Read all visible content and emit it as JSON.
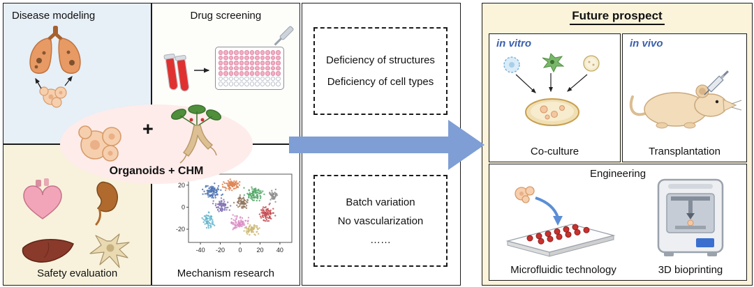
{
  "left_panel": {
    "disease_modeling": "Disease modeling",
    "drug_screening": "Drug screening",
    "safety_evaluation": "Safety evaluation",
    "mechanism_research": "Mechanism research",
    "organoids_chm": "Organoids + CHM",
    "plus_sign": "+"
  },
  "middle_panel": {
    "limitations_top": [
      "Deficiency of structures",
      "Deficiency of cell types"
    ],
    "limitations_bottom": [
      "Batch variation",
      "No vascularization",
      "……"
    ]
  },
  "right_panel": {
    "title": "Future prospect",
    "in_vitro": "in vitro",
    "co_culture": "Co-culture",
    "in_vivo": "in vivo",
    "transplantation": "Transplantation",
    "engineering": "Engineering",
    "microfluidic": "Microfluidic technology",
    "bioprinting": "3D bioprinting"
  },
  "colors": {
    "flow_arrow_blue": "#7e9ed5",
    "panel_cream": "#fbf3da",
    "quadrant_blue": "#e7eff7",
    "quadrant_yellow": "#f8f2dc",
    "ellipse_pink": "#fdecea",
    "in_vitro_blue": "#3a5fae",
    "border_dark": "#1a1a1a"
  },
  "chart_data": {
    "type": "scatter",
    "title": "",
    "xlabel": "",
    "ylabel": "",
    "xlim": [
      -52,
      52
    ],
    "ylim": [
      -32,
      30
    ],
    "xticks": [
      -40,
      -20,
      0,
      20,
      40
    ],
    "yticks": [
      -20,
      0,
      20
    ],
    "grid": false,
    "legend": false,
    "clusters": [
      {
        "color": "#4c72b0",
        "cx": -28,
        "cy": 14,
        "sx": 7,
        "sy": 5,
        "n": 90
      },
      {
        "color": "#dd8452",
        "cx": -8,
        "cy": 20,
        "sx": 7,
        "sy": 4,
        "n": 80
      },
      {
        "color": "#55a868",
        "cx": 14,
        "cy": 12,
        "sx": 7,
        "sy": 5,
        "n": 85
      },
      {
        "color": "#c44e52",
        "cx": 26,
        "cy": -6,
        "sx": 6,
        "sy": 6,
        "n": 80
      },
      {
        "color": "#8172b3",
        "cx": -18,
        "cy": 1,
        "sx": 6,
        "sy": 5,
        "n": 70
      },
      {
        "color": "#937860",
        "cx": 2,
        "cy": 4,
        "sx": 6,
        "sy": 5,
        "n": 70
      },
      {
        "color": "#da8bc3",
        "cx": -2,
        "cy": -14,
        "sx": 7,
        "sy": 5,
        "n": 75
      },
      {
        "color": "#64b5cd",
        "cx": -32,
        "cy": -12,
        "sx": 5,
        "sy": 5,
        "n": 60
      },
      {
        "color": "#ccb974",
        "cx": 12,
        "cy": -20,
        "sx": 6,
        "sy": 4,
        "n": 60
      },
      {
        "color": "#8c8c8c",
        "cx": 34,
        "cy": 10,
        "sx": 4,
        "sy": 4,
        "n": 40
      }
    ]
  }
}
